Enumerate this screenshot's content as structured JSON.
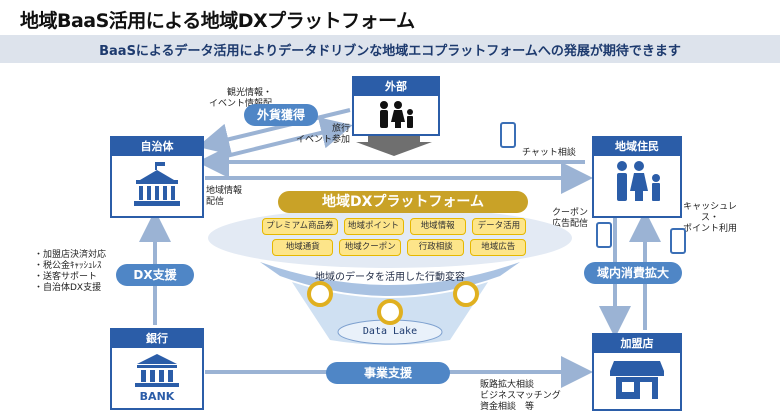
{
  "title": "地域BaaS活用による地域DXプラットフォーム",
  "subtitle": "BaaSによるデータ活用によりデータドリブンな地域エコプラットフォームへの発展が期待できます",
  "nodes": {
    "external": "外部",
    "municipality": "自治体",
    "residents": "地域住民",
    "bank": "銀行",
    "bank_sign": "BANK",
    "member_store": "加盟店"
  },
  "flows": {
    "tourism_info": "観光情報・",
    "event_info": "イベント情報配信",
    "foreign_currency": "外貨獲得",
    "travel": "旅行",
    "event_participation": "イベント参加",
    "chat": "チャット相談",
    "regional_info": "地域情報",
    "distribution": "配信",
    "coupon": "クーポン",
    "ad_distribution": "広告配信",
    "cashless_1": "キャッシュレス・",
    "cashless_2": "ポイント利用",
    "local_consumption": "域内消費拡大",
    "dx_support": "DX支援",
    "dx_items": [
      "・加盟店決済対応",
      "・税公金ｷｬｯｼｭﾚｽ",
      "・送客サポート",
      "・自治体DX支援"
    ],
    "business_support": "事業支援",
    "business_items": [
      "販路拡大相談",
      "ビジネスマッチング",
      "資金相談　等"
    ]
  },
  "platform": {
    "title": "地域DXプラットフォーム",
    "services": [
      "プレミアム商品券",
      "地域ポイント",
      "地域情報",
      "データ活用",
      "地域通貨",
      "地域クーポン",
      "行政相談",
      "地域広告"
    ],
    "behavior_text": "地域のデータを活用した行動変容",
    "datalake": "Data Lake"
  },
  "colors": {
    "primary": "#2b5da8",
    "pill": "#4f86c6",
    "gold": "#c9a227",
    "chip": "#fde58a"
  }
}
